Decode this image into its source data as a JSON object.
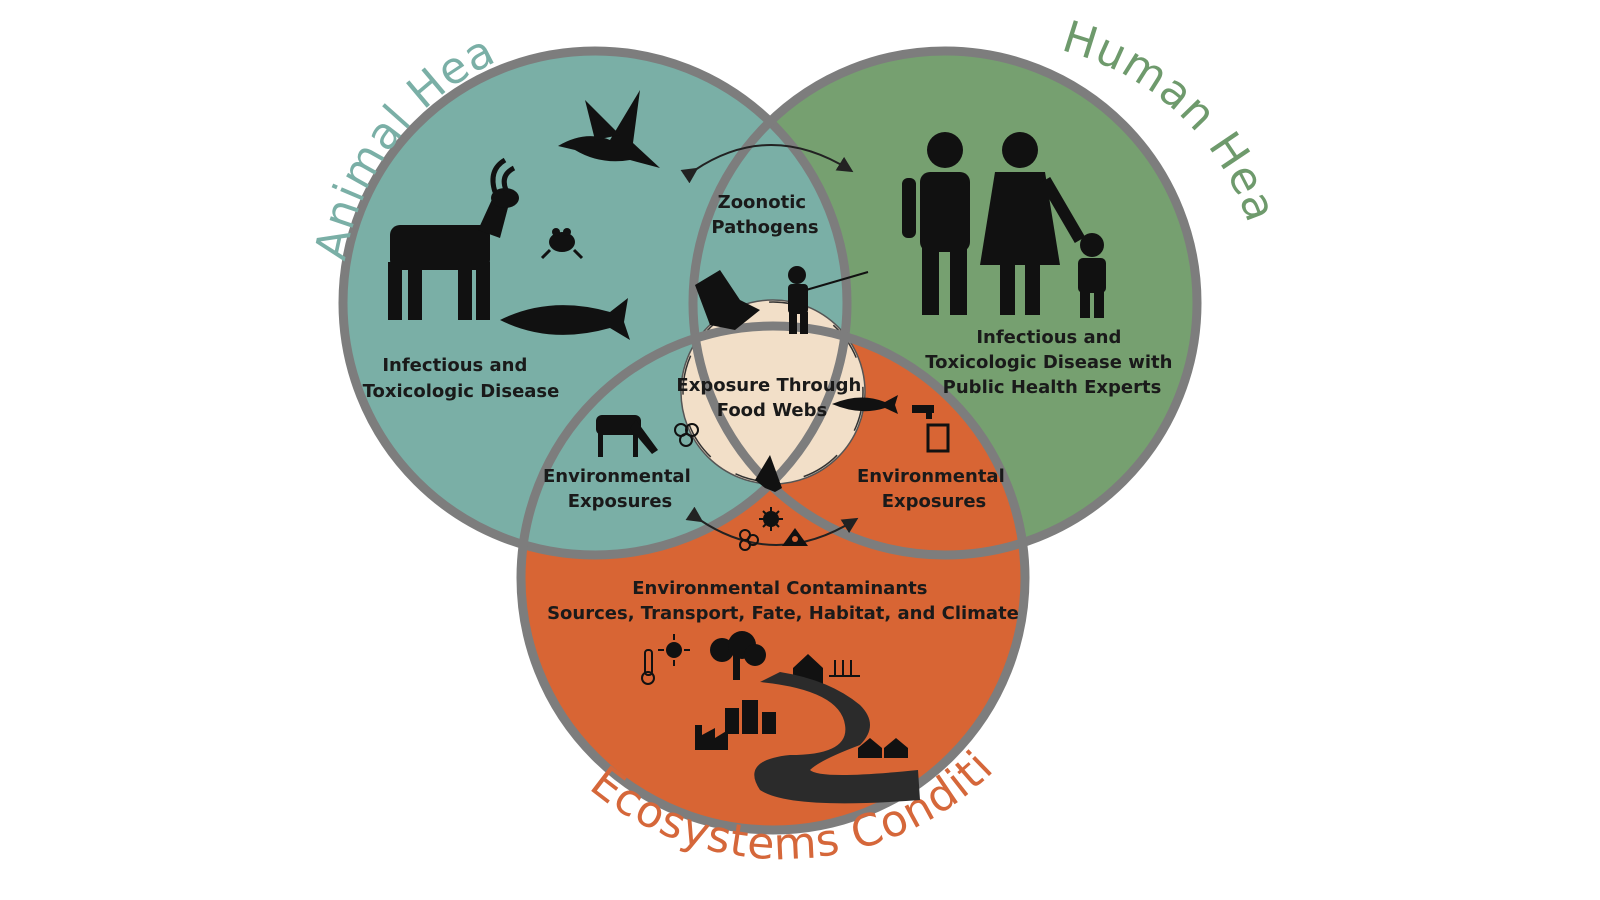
{
  "titles": {
    "animal": "Animal Health",
    "human": "Human Health",
    "ecosystem": "Ecosystems Conditions"
  },
  "labels": {
    "zoonotic_line1": "Zoonotic",
    "zoonotic_line2": "Pathogens",
    "animal_disease_line1": "Infectious and",
    "animal_disease_line2": "Toxicologic Disease",
    "human_disease_line1": "Infectious and",
    "human_disease_line2": "Toxicologic Disease with",
    "human_disease_line3": "Public Health Experts",
    "foodweb_line1": "Exposure Through",
    "foodweb_line2": "Food Webs",
    "env_left_line1": "Environmental",
    "env_left_line2": "Exposures",
    "env_right_line1": "Environmental",
    "env_right_line2": "Exposures",
    "eco_line1": "Environmental Contaminants",
    "eco_line2": "Sources, Transport, Fate, Habitat, and Climate"
  },
  "colors": {
    "animal": "#7aafa6",
    "human": "#76a070",
    "ecosystem": "#d86534",
    "center": "#f2dfc8",
    "ring": "#7d7d7d",
    "animal_title": "#7aafa6",
    "human_title": "#6e9a6c",
    "ecosystem_title": "#d5673a"
  },
  "icons": [
    "deer-icon",
    "bird-icon",
    "frog-icon",
    "salmon-icon",
    "family-icon",
    "eagle-icon",
    "fisherman-icon",
    "grazing-deer-icon",
    "molecule-icon",
    "fish-icon",
    "faucet-icon",
    "virus-icon",
    "hazard-icon",
    "thermometer-icon",
    "sun-icon",
    "tree-icon",
    "barn-icon",
    "wheat-icon",
    "city-icon",
    "factory-icon",
    "houses-icon",
    "river-icon"
  ]
}
